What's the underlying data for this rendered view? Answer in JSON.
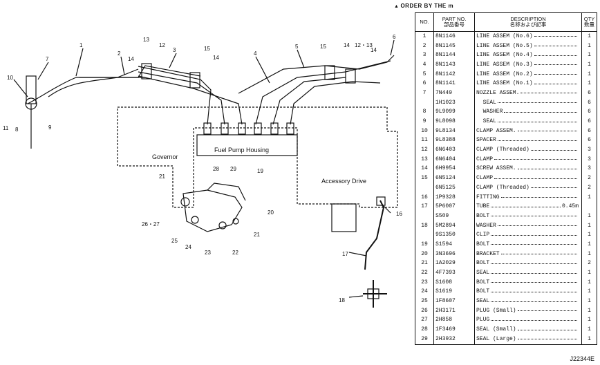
{
  "order_note": "ORDER BY THE m",
  "table_header": {
    "no": "NO.",
    "part_no": "PART NO.",
    "part_no_jp": "部品番号",
    "description": "DESCRIPTION",
    "description_jp": "名称および記事",
    "qty": "QTY",
    "qty_jp": "数量"
  },
  "parts": [
    {
      "no": "1",
      "part": "8N1146",
      "desc": "LINE ASSEM (No.6)",
      "size": "",
      "qty": "1"
    },
    {
      "no": "2",
      "part": "8N1145",
      "desc": "LINE ASSEM (No.5)",
      "size": "",
      "qty": "1"
    },
    {
      "no": "3",
      "part": "8N1144",
      "desc": "LINE ASSEM (No.4)",
      "size": "",
      "qty": "1"
    },
    {
      "no": "4",
      "part": "8N1143",
      "desc": "LINE ASSEM (No.3)",
      "size": "",
      "qty": "1"
    },
    {
      "no": "5",
      "part": "8N1142",
      "desc": "LINE ASSEM (No.2)",
      "size": "",
      "qty": "1"
    },
    {
      "no": "6",
      "part": "8N1141",
      "desc": "LINE ASSEM (No.1)",
      "size": "",
      "qty": "1"
    },
    {
      "no": "7",
      "part": "7N449",
      "desc": "NOZZLE ASSEM.",
      "size": "",
      "qty": "6"
    },
    {
      "no": "",
      "part": "1H1023",
      "desc": "  SEAL",
      "size": "",
      "qty": "6"
    },
    {
      "no": "8",
      "part": "9L9099",
      "desc": "  WASHER",
      "size": "",
      "qty": "6"
    },
    {
      "no": "9",
      "part": "9L8098",
      "desc": "  SEAL",
      "size": "",
      "qty": "6"
    },
    {
      "no": "10",
      "part": "9L8134",
      "desc": "CLAMP ASSEM.",
      "size": "",
      "qty": "6"
    },
    {
      "no": "11",
      "part": "9L8388",
      "desc": "SPACER",
      "size": "",
      "qty": "6"
    },
    {
      "no": "12",
      "part": "6N6403",
      "desc": "CLAMP (Threaded)",
      "size": "",
      "qty": "3"
    },
    {
      "no": "13",
      "part": "6N6404",
      "desc": "CLAMP",
      "size": "",
      "qty": "3"
    },
    {
      "no": "14",
      "part": "6H9954",
      "desc": "SCREW ASSEM.",
      "size": "",
      "qty": "3"
    },
    {
      "no": "15",
      "part": "6N5124",
      "desc": "CLAMP",
      "size": "",
      "qty": "2"
    },
    {
      "no": "",
      "part": "6N5125",
      "desc": "CLAMP (Threaded)",
      "size": "",
      "qty": "2"
    },
    {
      "no": "16",
      "part": "1P9328",
      "desc": "FITTING",
      "size": "",
      "qty": "1"
    },
    {
      "no": "17",
      "part": "5P6007",
      "desc": "TUBE",
      "size": "0.45m",
      "qty": ""
    },
    {
      "no": "",
      "part": "S509",
      "desc": "BOLT",
      "size": "",
      "qty": "1"
    },
    {
      "no": "18",
      "part": "5M2894",
      "desc": "WASHER",
      "size": "",
      "qty": "1"
    },
    {
      "no": "",
      "part": "9S1350",
      "desc": "CLIP",
      "size": "",
      "qty": "1"
    },
    {
      "no": "19",
      "part": "S1594",
      "desc": "BOLT",
      "size": "",
      "qty": "1"
    },
    {
      "no": "20",
      "part": "3N3696",
      "desc": "BRACKET",
      "size": "",
      "qty": "1"
    },
    {
      "no": "21",
      "part": "1A2029",
      "desc": "BOLT",
      "size": "",
      "qty": "2"
    },
    {
      "no": "22",
      "part": "4F7393",
      "desc": "SEAL",
      "size": "",
      "qty": "1"
    },
    {
      "no": "23",
      "part": "S1608",
      "desc": "BOLT",
      "size": "",
      "qty": "1"
    },
    {
      "no": "24",
      "part": "S1619",
      "desc": "BOLT",
      "size": "",
      "qty": "1"
    },
    {
      "no": "25",
      "part": "1F8607",
      "desc": "SEAL",
      "size": "",
      "qty": "1"
    },
    {
      "no": "26",
      "part": "2H3171",
      "desc": "PLUG (Small)",
      "size": "",
      "qty": "1"
    },
    {
      "no": "27",
      "part": "2H858",
      "desc": "PLUG",
      "size": "",
      "qty": "1"
    },
    {
      "no": "28",
      "part": "1F3469",
      "desc": "SEAL (Small)",
      "size": "",
      "qty": "1"
    },
    {
      "no": "29",
      "part": "2H3932",
      "desc": "SEAL (Large)",
      "size": "",
      "qty": "1"
    }
  ],
  "diagram": {
    "governor_label": "Governor",
    "fuel_pump_label": "Fuel Pump Housing",
    "accessory_label": "Accessory Drive",
    "callouts": [
      "1",
      "2",
      "3",
      "4",
      "5",
      "6",
      "7",
      "8",
      "9",
      "10",
      "11",
      "12",
      "13",
      "14",
      "14",
      "14",
      "15",
      "15",
      "12・13",
      "14",
      "16",
      "17",
      "18",
      "19",
      "20",
      "21",
      "21",
      "22",
      "23",
      "24",
      "25",
      "26・27",
      "28",
      "29"
    ]
  },
  "footer_code": "J22344E"
}
